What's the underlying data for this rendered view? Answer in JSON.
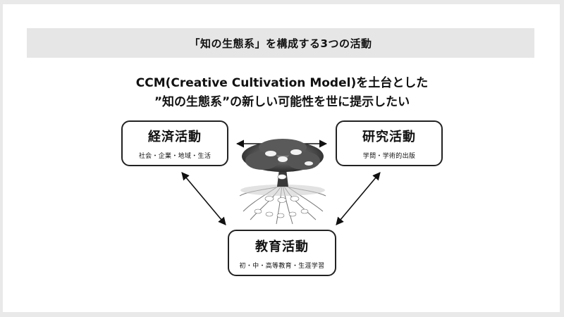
{
  "header": {
    "title": "「知の生態系」を構成する3つの活動"
  },
  "headline": {
    "line1": "CCM(Creative Cultivation Model)を土台とした",
    "line2": "”知の生態系”の新しい可能性を世に提示したい"
  },
  "activities": {
    "economic": {
      "name": "経済活動",
      "detail": "社会・企業・地域・生活"
    },
    "research": {
      "name": "研究活動",
      "detail": "学問・学術的出版"
    },
    "education": {
      "name": "教育活動",
      "detail": "初・中・高等教育・生涯学習"
    }
  },
  "colors": {
    "slide_bg": "#ffffff",
    "outer_bg": "#e9e9e9",
    "title_bar": "#e6e6e6",
    "ink": "#111111"
  },
  "icons": [
    "tree-illustration",
    "bidirectional-arrow"
  ]
}
